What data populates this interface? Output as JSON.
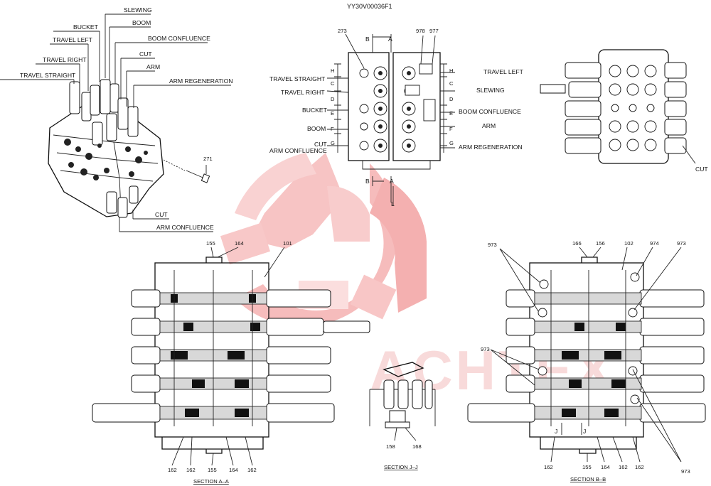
{
  "diagram_code": "YY30V00036F1",
  "watermark_text": "ACHTEX",
  "colors": {
    "watermark": "#f5b5b5",
    "ink": "#111111"
  },
  "iso_labels": {
    "slewing": "SLEWING",
    "boom": "BOOM",
    "bucket": "BUCKET",
    "travel_left": "TRAVEL LEFT",
    "boom_confluence": "BOOM CONFLUENCE",
    "cut": "CUT",
    "travel_right": "TRAVEL RIGHT",
    "arm": "ARM",
    "travel_straight": "TRAVEL STRAIGHT",
    "arm_regeneration": "ARM REGENERATION",
    "part_271": "271",
    "cut_bottom": "CUT",
    "arm_confluence": "ARM CONFLUENCE"
  },
  "top_view": {
    "left_labels": {
      "travel_straight": "TRAVEL STRAIGHT",
      "travel_right": "TRAVEL RIGHT",
      "bucket": "BUCKET",
      "boom": "BOOM",
      "cut": "CUT",
      "arm_confluence": "ARM CONFLUENCE"
    },
    "right_labels": {
      "travel_left": "TRAVEL LEFT",
      "slewing": "SLEWING",
      "boom_confluence": "BOOM CONFLUENCE",
      "arm": "ARM",
      "arm_regeneration": "ARM REGENERATION"
    },
    "part_273": "273",
    "part_978": "978",
    "part_977": "977",
    "section_b": "B",
    "section_a": "A",
    "view_l": "L",
    "letters_left": [
      "H",
      "C",
      "D",
      "E",
      "F",
      "G"
    ],
    "letters_right": [
      "H",
      "C",
      "D",
      "E",
      "F",
      "G"
    ]
  },
  "side_view": {
    "cut": "CUT"
  },
  "section_aa": {
    "title": "SECTION   A–A",
    "top_callouts": [
      "155",
      "164",
      "101"
    ],
    "bottom_callouts": [
      "162",
      "162",
      "155",
      "164",
      "162"
    ]
  },
  "section_jj": {
    "title": "SECTION   J–J",
    "callouts": [
      "158",
      "168"
    ]
  },
  "section_bb": {
    "title": "SECTION   B–B",
    "top_callouts": [
      "973",
      "166",
      "156",
      "102",
      "974",
      "973"
    ],
    "left_callout": "973",
    "bottom_callouts": [
      "162",
      "155",
      "164",
      "162",
      "162",
      "973"
    ],
    "j_mark": "J"
  }
}
